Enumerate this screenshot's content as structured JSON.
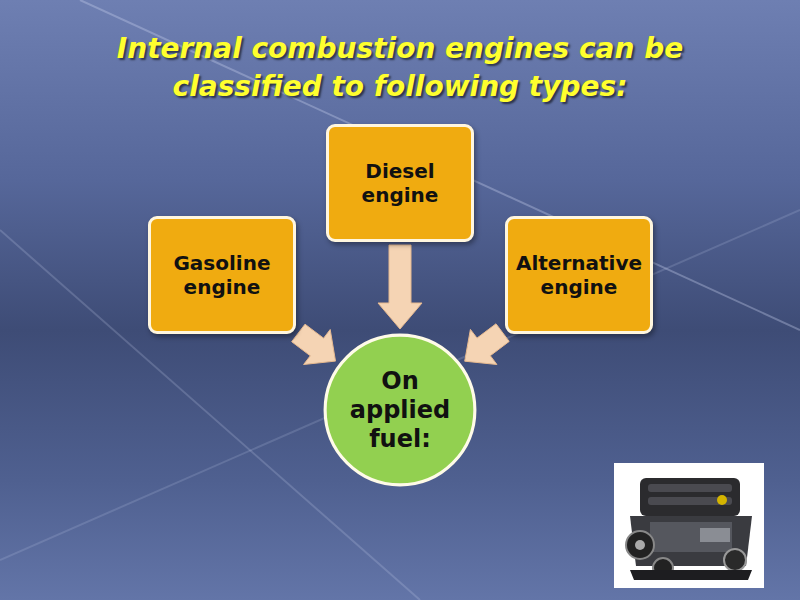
{
  "diagram": {
    "title": "Internal combustion engines can be classified to following types:",
    "nodes": [
      {
        "text": [
          "Diesel engine"
        ]
      },
      {
        "text": [
          "Gasoline engine"
        ]
      },
      {
        "text": [
          "Alternative engine"
        ]
      },
      {
        "text": [
          "On applied fuel:"
        ]
      }
    ],
    "edges": [
      {
        "from": 0,
        "to": 3,
        "arrow": "to"
      },
      {
        "from": 1,
        "to": 3,
        "arrow": "to"
      },
      {
        "from": 2,
        "to": 3,
        "arrow": "to"
      }
    ]
  }
}
